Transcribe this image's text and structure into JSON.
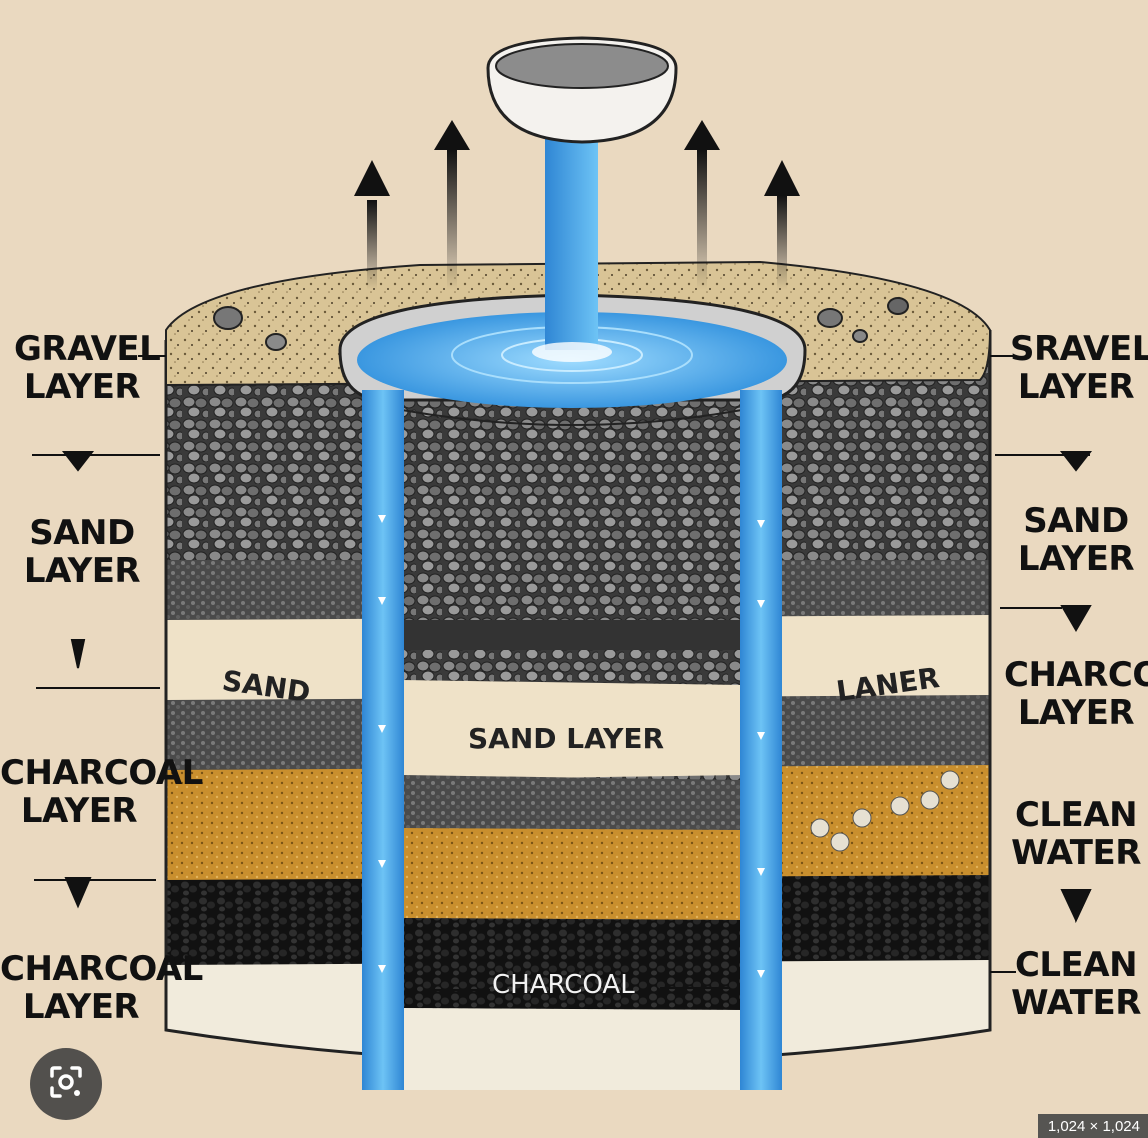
{
  "image": {
    "left_labels": [
      {
        "text": "GRAVEL\nLAYER"
      },
      {
        "text": "SAND\nLAYER"
      },
      {
        "text": "CHARCOAL\nLAYER"
      },
      {
        "text": "CHARCOAL\nLAYER"
      }
    ],
    "right_labels": [
      {
        "text": "SRAVEL\nLAYER"
      },
      {
        "text": "SAND\nLAYER"
      },
      {
        "text": "CHARCOAL\nLAYER"
      },
      {
        "text": "CLEAN\nWATER"
      },
      {
        "text": "CLEAN\nWATER"
      }
    ],
    "inner_labels": {
      "sand_left": "SAND",
      "sand_center": "SAND LAYER",
      "sand_right": "LANER",
      "charcoal": "CHARCOAL"
    },
    "colors": {
      "background": "#ead9c0",
      "water": "#4aa8e8",
      "gravel": "#6c6c6c",
      "sand": "#efe2c8",
      "charcoal": "#1c1c1c",
      "orange_sand": "#c98f2e"
    }
  },
  "overlay": {
    "dimensions": "1,024 × 1,024",
    "lens_icon": "lens-search-icon"
  }
}
